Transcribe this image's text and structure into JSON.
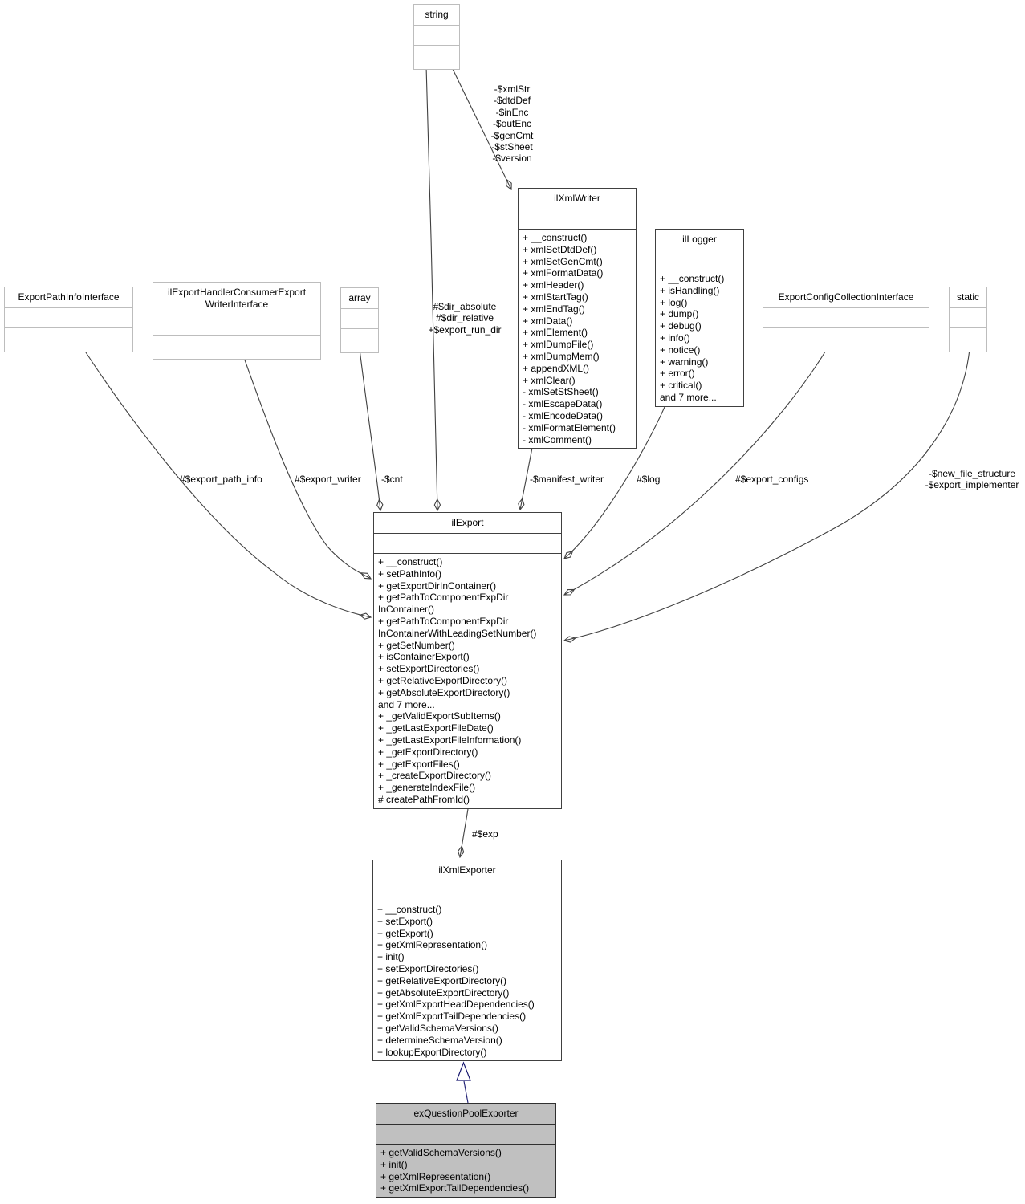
{
  "diagram": {
    "kind": "uml-collaboration-graph",
    "colors": {
      "background": "#ffffff",
      "edge": "#404040",
      "box_border_light": "#bdbdbd",
      "box_border_dark": "#404040",
      "highlight_fill": "#c0c0c0",
      "inheritance": "#191970"
    },
    "classes": [
      {
        "id": "string",
        "name": "string",
        "variant": "plain",
        "members": []
      },
      {
        "id": "ilxmlwriter",
        "name": "ilXmlWriter",
        "variant": "solid",
        "members": [
          "+ __construct()",
          "+ xmlSetDtdDef()",
          "+ xmlSetGenCmt()",
          "+ xmlFormatData()",
          "+ xmlHeader()",
          "+ xmlStartTag()",
          "+ xmlEndTag()",
          "+ xmlData()",
          "+ xmlElement()",
          "+ xmlDumpFile()",
          "+ xmlDumpMem()",
          "+ appendXML()",
          "+ xmlClear()",
          "- xmlSetStSheet()",
          "- xmlEscapeData()",
          "- xmlEncodeData()",
          "- xmlFormatElement()",
          "- xmlComment()"
        ]
      },
      {
        "id": "illogger",
        "name": "ilLogger",
        "variant": "solid",
        "members": [
          "+ __construct()",
          "+ isHandling()",
          "+ log()",
          "+ dump()",
          "+ debug()",
          "+ info()",
          "+ notice()",
          "+ warning()",
          "+ error()",
          "+ critical()",
          "and 7 more..."
        ]
      },
      {
        "id": "exportpathinfointerface",
        "name": "ExportPathInfoInterface",
        "variant": "plain",
        "members": []
      },
      {
        "id": "ilexporthandler",
        "name": "ilExportHandlerConsumerExport\nWriterInterface",
        "variant": "plain",
        "members": []
      },
      {
        "id": "array",
        "name": "array",
        "variant": "plain",
        "members": []
      },
      {
        "id": "exportconfigcollectioninterface",
        "name": "ExportConfigCollectionInterface",
        "variant": "plain",
        "members": []
      },
      {
        "id": "static",
        "name": "static",
        "variant": "plain",
        "members": []
      },
      {
        "id": "ilexport",
        "name": "ilExport",
        "variant": "solid",
        "members": [
          "+ __construct()",
          "+ setPathInfo()",
          "+ getExportDirInContainer()",
          "+ getPathToComponentExpDir",
          "InContainer()",
          "+ getPathToComponentExpDir",
          "InContainerWithLeadingSetNumber()",
          "+ getSetNumber()",
          "+ isContainerExport()",
          "+ setExportDirectories()",
          "+ getRelativeExportDirectory()",
          "+ getAbsoluteExportDirectory()",
          "and 7 more...",
          "+ _getValidExportSubItems()",
          "+ _getLastExportFileDate()",
          "+ _getLastExportFileInformation()",
          "+ _getExportDirectory()",
          "+ _getExportFiles()",
          "+ _createExportDirectory()",
          "+ _generateIndexFile()",
          "# createPathFromId()"
        ]
      },
      {
        "id": "ilxmlexporter",
        "name": "ilXmlExporter",
        "variant": "solid",
        "members": [
          "+ __construct()",
          "+ setExport()",
          "+ getExport()",
          "+ getXmlRepresentation()",
          "+ init()",
          "+ setExportDirectories()",
          "+ getRelativeExportDirectory()",
          "+ getAbsoluteExportDirectory()",
          "+ getXmlExportHeadDependencies()",
          "+ getXmlExportTailDependencies()",
          "+ getValidSchemaVersions()",
          "+ determineSchemaVersion()",
          "+ lookupExportDirectory()"
        ]
      },
      {
        "id": "exquestionpoolexporter",
        "name": "exQuestionPoolExporter",
        "variant": "highlight",
        "members": [
          "+ getValidSchemaVersions()",
          "+ init()",
          "+ getXmlRepresentation()",
          "+ getXmlExportTailDependencies()"
        ]
      }
    ],
    "edge_labels": [
      {
        "id": "xmlwriter-fields",
        "text": "-$xmlStr\n-$dtdDef\n-$inEnc\n-$outEnc\n-$genCmt\n-$stSheet\n-$version"
      },
      {
        "id": "dir-fields",
        "text": "#$dir_absolute\n#$dir_relative\n+$export_run_dir"
      },
      {
        "id": "export-path-info",
        "text": "#$export_path_info"
      },
      {
        "id": "export-writer",
        "text": "#$export_writer"
      },
      {
        "id": "cnt",
        "text": "-$cnt"
      },
      {
        "id": "manifest-writer",
        "text": "-$manifest_writer"
      },
      {
        "id": "log",
        "text": "#$log"
      },
      {
        "id": "export-configs",
        "text": "#$export_configs"
      },
      {
        "id": "new-file-structure",
        "text": "-$new_file_structure\n-$export_implementer"
      },
      {
        "id": "exp",
        "text": "#$exp"
      }
    ]
  }
}
